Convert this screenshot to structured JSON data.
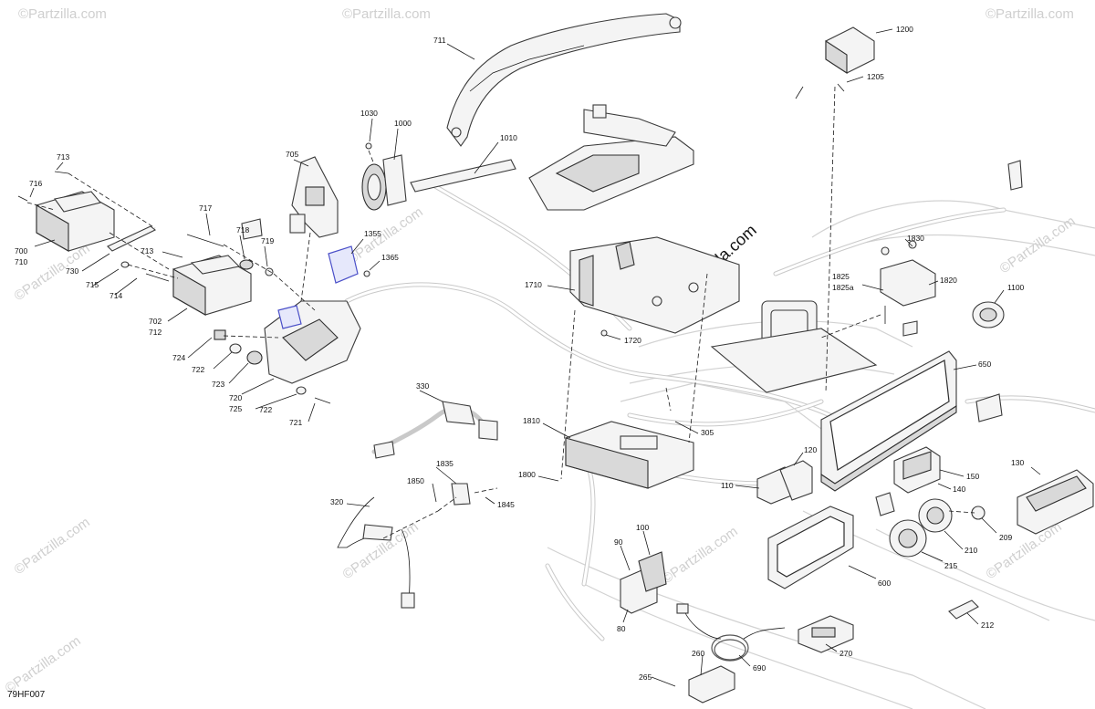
{
  "diagram": {
    "reference_code": "79HF007",
    "watermark_main": "© Partzilla.com",
    "watermark_small": "©Partzilla.com",
    "callouts": {
      "c711": "711",
      "c1200": "1200",
      "c1205": "1205",
      "c1030": "1030",
      "c1000": "1000",
      "c1010": "1010",
      "c713a": "713",
      "c716": "716",
      "c705": "705",
      "c717": "717",
      "c718": "718",
      "c719": "719",
      "c1355": "1355",
      "c1365": "1365",
      "c700": "700",
      "c710": "710",
      "c730": "730",
      "c713b": "713",
      "c715": "715",
      "c714": "714",
      "c702": "702",
      "c712": "712",
      "c724": "724",
      "c722a": "722",
      "c723": "723",
      "c720": "720",
      "c725": "725",
      "c722b": "722",
      "c721": "721",
      "c1710": "1710",
      "c1720": "1720",
      "c1830": "1830",
      "c1825": "1825",
      "c1825a": "1825a",
      "c1820": "1820",
      "c1100": "1100",
      "c650": "650",
      "c330": "330",
      "c305": "305",
      "c1810": "1810",
      "c120": "120",
      "c150": "150",
      "c140": "140",
      "c130": "130",
      "c110": "110",
      "c1835": "1835",
      "c1850": "1850",
      "c1800": "1800",
      "c1845": "1845",
      "c320": "320",
      "c209": "209",
      "c210": "210",
      "c215": "215",
      "c100": "100",
      "c90": "90",
      "c600": "600",
      "c80": "80",
      "c212": "212",
      "c260": "260",
      "c270": "270",
      "c690": "690",
      "c265": "265"
    }
  }
}
